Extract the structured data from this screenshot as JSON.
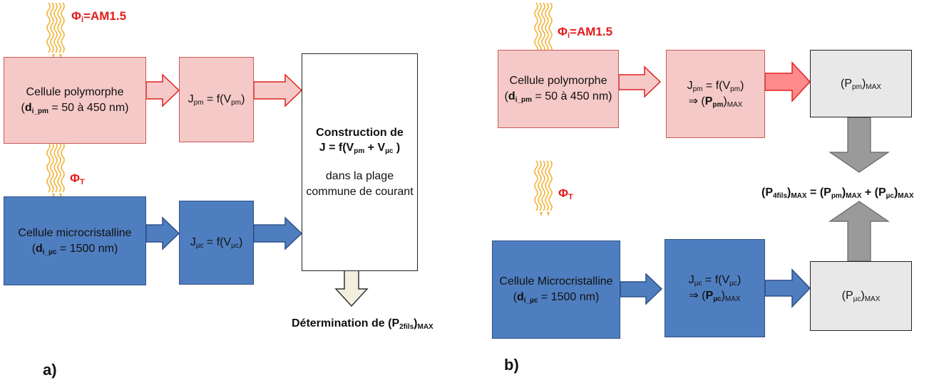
{
  "panel_a": {
    "label": "a)",
    "phi_i": {
      "sym": "Φ",
      "sub": "i",
      "rest": "=AM1.5"
    },
    "phi_t": {
      "sym": "Φ",
      "sub": "T"
    },
    "cell_pm": {
      "line1": "Cellule polymorphe",
      "d": "d",
      "dsub": "i_pm",
      "dval": " = 50 à 450 nm)"
    },
    "cell_mc": {
      "line1": "Cellule microcristalline",
      "d": "d",
      "dsub": "i_µc",
      "dval": " = 1500 nm)"
    },
    "j_pm": {
      "J": "J",
      "jsub": "pm",
      "mid": " = f(V",
      "vsub": "pm",
      "end": ")"
    },
    "j_mc": {
      "J": "J",
      "jsub": "µc",
      "mid": " = f(V",
      "vsub": "µc",
      "end": ")"
    },
    "construction": {
      "title": "Construction de",
      "eq_a": "J = f(V",
      "eq_sub1": "pm",
      "eq_b": " + V",
      "eq_sub2": "µc",
      "eq_c": " )",
      "line3": "dans la plage",
      "line4": "commune de courant"
    },
    "determination": {
      "text": "Détermination de (P",
      "sub": "2fils",
      "close": ")",
      "max": "MAX"
    }
  },
  "panel_b": {
    "label": "b)",
    "phi_i": {
      "sym": "Φ",
      "sub": "i",
      "rest": "=AM1.5"
    },
    "phi_t": {
      "sym": "Φ",
      "sub": "T"
    },
    "cell_pm": {
      "line1": "Cellule polymorphe",
      "d": "d",
      "dsub": "i_pm",
      "dval": " = 50 à 450 nm)"
    },
    "cell_mc": {
      "line1": "Cellule Microcristalline",
      "d": "d",
      "dsub": "i_µc",
      "dval": " = 1500 nm)"
    },
    "j_pm": {
      "J": "J",
      "jsub": "pm",
      "mid": " = f(V",
      "vsub": "pm",
      "end": ")",
      "imp": "⇒ (",
      "P": "P",
      "psub": "pm",
      "pend": ")",
      "max": "MAX"
    },
    "j_mc": {
      "J": "J",
      "jsub": "µc",
      "mid": " = f(V",
      "vsub": "µc",
      "end": ")",
      "imp": "⇒ (",
      "P": "P",
      "psub": "µc",
      "pend": ")",
      "max": "MAX"
    },
    "pmax_pm": {
      "open": "(P",
      "sub": "pm",
      "close": ")",
      "max": "MAX"
    },
    "pmax_mc": {
      "open": "(P",
      "sub": "µc",
      "close": ")",
      "max": "MAX"
    },
    "sum": {
      "p1": "(P",
      "s1": "4fils",
      "c1": ")",
      "m1": "MAX",
      "eq": " = (P",
      "s2": "pm",
      "c2": ")",
      "m2": "MAX",
      "plus": " + (P",
      "s3": "µc",
      "c3": ")",
      "m3": "MAX"
    }
  },
  "colors": {
    "pm_fill": "#f5c9c7",
    "pm_stroke": "#c85a5a",
    "pm_arrow_stroke": "#e02020",
    "mc_fill": "#4f7ec0",
    "mc_stroke": "#2d4f87",
    "light_rays": "#f2b43a",
    "phi_text": "#e31b1b",
    "grey_arrow": "#9a9a9a",
    "cream_arrow": "#f2efdf"
  }
}
